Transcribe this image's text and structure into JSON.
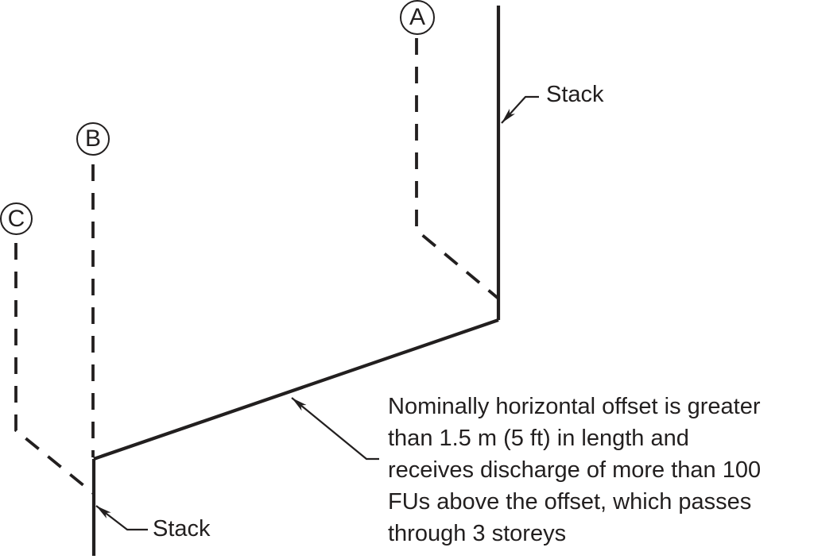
{
  "page": {
    "background": "#ffffff"
  },
  "diagram": {
    "line_color": "#221f1f",
    "stack_nodes": [
      {
        "label": "A"
      },
      {
        "label": "B"
      },
      {
        "label": "C"
      }
    ],
    "stack_label_top": "Stack",
    "stack_label_bottom": "Stack",
    "offset_note_lines": [
      "Nominally horizontal offset is greater",
      "than 1.5 m (5 ft) in length and",
      "receives discharge of more than 100",
      "FUs above the offset, which passes",
      "through 3 storeys"
    ]
  }
}
